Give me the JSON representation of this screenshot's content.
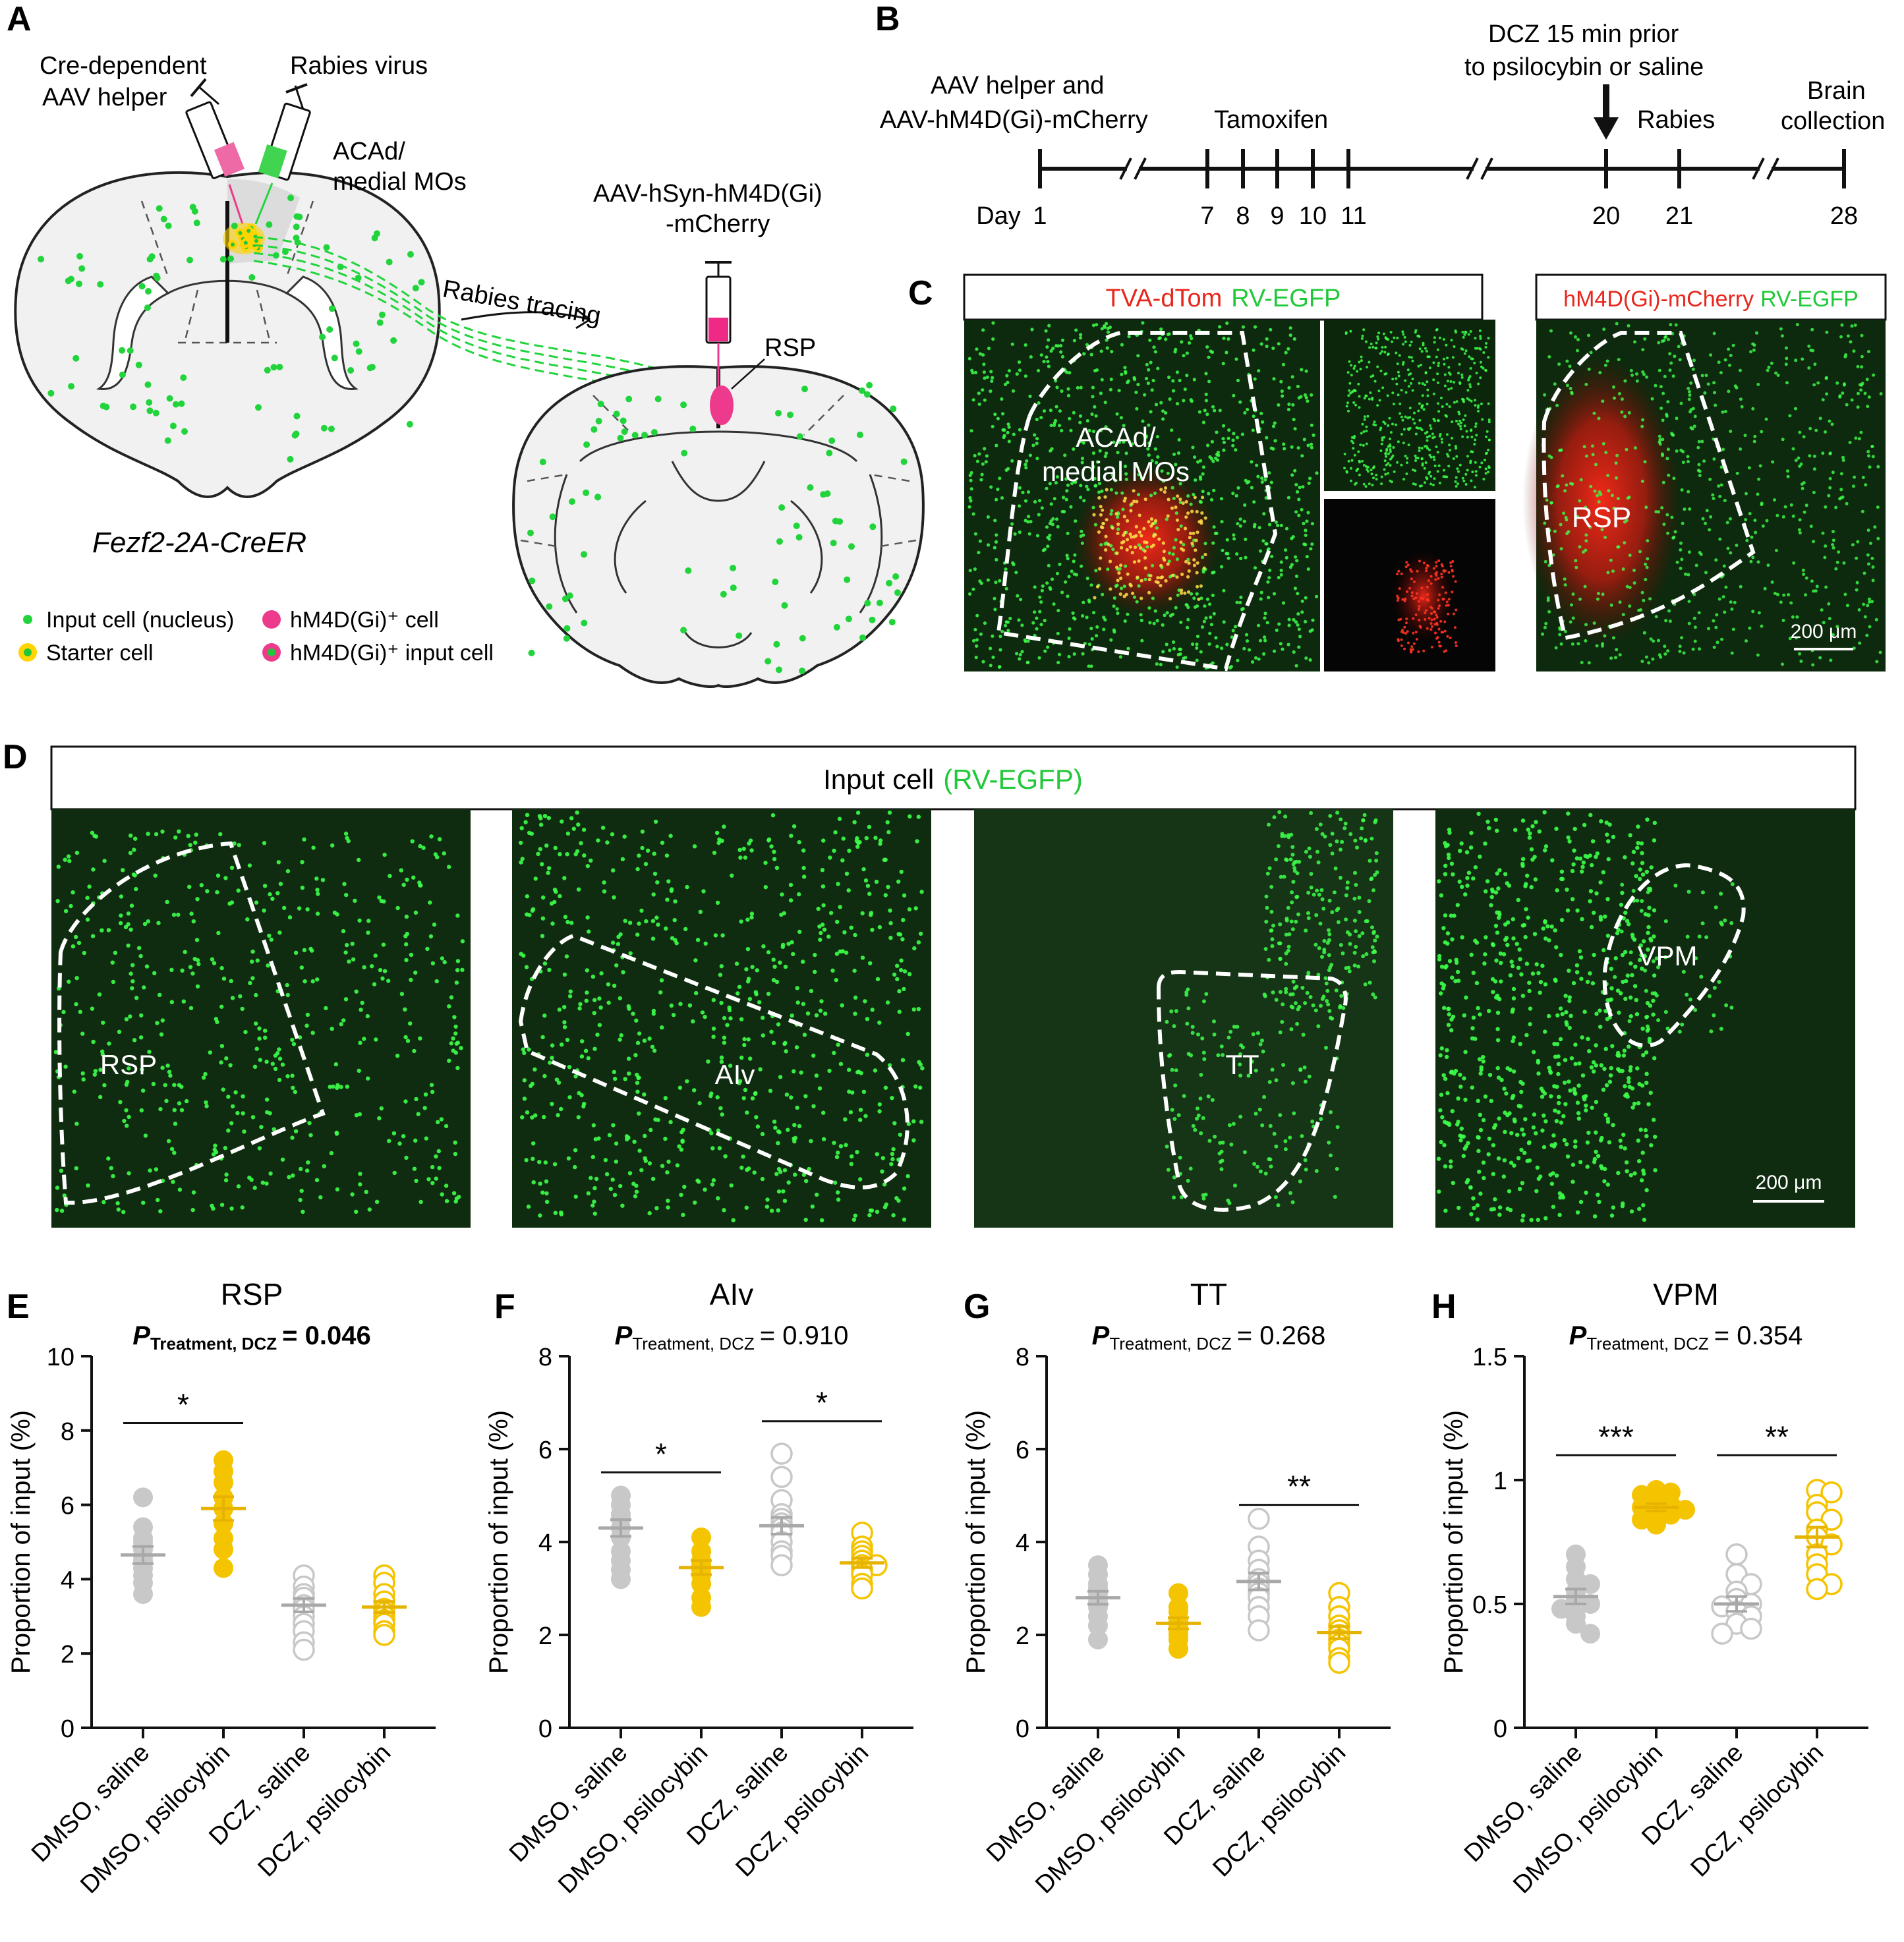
{
  "panel_letters": [
    "A",
    "B",
    "C",
    "D",
    "E",
    "F",
    "G",
    "H"
  ],
  "panelA": {
    "syringe1_label_l1": "Cre-dependent",
    "syringe1_label_l2": "AAV helper",
    "syringe2_label": "Rabies virus",
    "region_label_l1": "ACAd/",
    "region_label_l2": "medial MOs",
    "tracing_label": "Rabies tracing",
    "syringe3_label_l1": "AAV-hSyn-hM4D(Gi)",
    "syringe3_label_l2": "-mCherry",
    "rsp_label": "RSP",
    "mouse_line": "Fezf2-2A-CreER",
    "legend": {
      "input_cell": "Input cell (nucleus)",
      "starter_cell": "Starter cell",
      "hm4d_cell": "hM4D(Gi)⁺ cell",
      "hm4d_input_cell": "hM4D(Gi)⁺ input cell"
    },
    "colors": {
      "green": "#22d43c",
      "pink": "#ee3a8c",
      "yellow": "#ffd400"
    }
  },
  "panelB": {
    "ev1_l1": "AAV helper and",
    "ev1_l2": "AAV-hM4D(Gi)-mCherry",
    "ev2": "Tamoxifen",
    "ev3_l1": "DCZ 15 min prior",
    "ev3_l2": "to psilocybin or saline",
    "ev4": "Rabies",
    "ev5_l1": "Brain",
    "ev5_l2": "collection",
    "day_prefix": "Day",
    "days": [
      "1",
      "7",
      "8",
      "9",
      "10",
      "11",
      "20",
      "21",
      "28"
    ]
  },
  "panelC": {
    "left_label_red": "TVA-dTom",
    "left_label_green": "RV-EGFP",
    "region_l1": "ACAd/",
    "region_l2": "medial MOs",
    "right_label_red": "hM4D(Gi)-mCherry",
    "right_label_green": "RV-EGFP",
    "right_region": "RSP",
    "scale": "200 μm"
  },
  "panelD": {
    "header_black": "Input cell",
    "header_green": "(RV-EGFP)",
    "regions": [
      "RSP",
      "AIv",
      "TT",
      "VPM"
    ],
    "scale": "200 μm"
  },
  "chart_data": [
    {
      "type": "scatter",
      "title": "RSP",
      "p_label": "P",
      "p_sub": "Treatment, DCZ",
      "p_value": "= 0.046",
      "ylabel": "Proportion of input (%)",
      "ylim": [
        0,
        10
      ],
      "yticks": [
        0,
        2,
        4,
        6,
        8,
        10
      ],
      "categories": [
        "DMSO, saline",
        "DMSO, psilocybin",
        "DCZ, saline",
        "DCZ, psilocybin"
      ],
      "groups": [
        {
          "values": [
            6.2,
            5.4,
            5.1,
            5.0,
            4.8,
            4.6,
            4.5,
            4.3,
            4.1,
            3.9,
            3.6
          ],
          "mean": 4.65,
          "sem": 0.23
        },
        {
          "values": [
            7.2,
            6.9,
            6.6,
            6.2,
            5.9,
            5.5,
            5.1,
            4.8,
            4.3
          ],
          "mean": 5.9,
          "sem": 0.32
        },
        {
          "values": [
            4.1,
            3.8,
            3.6,
            3.5,
            3.3,
            3.2,
            3.0,
            2.8,
            2.6,
            2.3,
            2.1
          ],
          "mean": 3.3,
          "sem": 0.18
        },
        {
          "values": [
            4.1,
            3.9,
            3.6,
            3.4,
            3.2,
            3.1,
            3.0,
            2.9,
            2.8,
            2.6,
            2.5
          ],
          "mean": 3.25,
          "sem": 0.15
        }
      ],
      "sig": [
        {
          "from": 0,
          "to": 1,
          "y": 8.2,
          "label": "*"
        }
      ]
    },
    {
      "type": "scatter",
      "title": "AIv",
      "p_label": "P",
      "p_sub": "Treatment, DCZ",
      "p_value": "= 0.910",
      "ylabel": "Proportion of input (%)",
      "ylim": [
        0,
        8
      ],
      "yticks": [
        0,
        2,
        4,
        6,
        8
      ],
      "categories": [
        "DMSO, saline",
        "DMSO, psilocybin",
        "DCZ, saline",
        "DCZ, psilocybin"
      ],
      "groups": [
        {
          "values": [
            5.0,
            4.8,
            4.6,
            4.5,
            4.3,
            4.1,
            3.8,
            3.6,
            3.4,
            3.2
          ],
          "mean": 4.3,
          "sem": 0.18
        },
        {
          "values": [
            4.1,
            3.8,
            3.6,
            3.5,
            3.4,
            3.3,
            3.1,
            2.8,
            2.6
          ],
          "mean": 3.45,
          "sem": 0.15
        },
        {
          "values": [
            5.9,
            5.4,
            4.9,
            4.6,
            4.5,
            4.4,
            4.3,
            4.2,
            4.0,
            3.8,
            3.7,
            3.5
          ],
          "mean": 4.35,
          "sem": 0.18
        },
        {
          "values": [
            4.2,
            3.9,
            3.8,
            3.7,
            3.6,
            3.5,
            3.5,
            3.4,
            3.3,
            3.1,
            3.0
          ],
          "mean": 3.55,
          "sem": 0.1
        }
      ],
      "sig": [
        {
          "from": 0,
          "to": 1,
          "y": 5.5,
          "label": "*"
        },
        {
          "from": 2,
          "to": 3,
          "y": 6.6,
          "label": "*"
        }
      ]
    },
    {
      "type": "scatter",
      "title": "TT",
      "p_label": "P",
      "p_sub": "Treatment, DCZ",
      "p_value": "= 0.268",
      "ylabel": "Proportion of input (%)",
      "ylim": [
        0,
        8
      ],
      "yticks": [
        0,
        2,
        4,
        6,
        8
      ],
      "categories": [
        "DMSO, saline",
        "DMSO, psilocybin",
        "DCZ, saline",
        "DCZ, psilocybin"
      ],
      "groups": [
        {
          "values": [
            3.5,
            3.3,
            3.1,
            3.0,
            2.9,
            2.8,
            2.7,
            2.6,
            2.4,
            2.2,
            1.9
          ],
          "mean": 2.8,
          "sem": 0.14
        },
        {
          "values": [
            2.9,
            2.6,
            2.5,
            2.3,
            2.2,
            2.1,
            2.0,
            1.9,
            1.7
          ],
          "mean": 2.25,
          "sem": 0.12
        },
        {
          "values": [
            4.5,
            3.9,
            3.6,
            3.4,
            3.2,
            3.1,
            3.0,
            2.9,
            2.8,
            2.6,
            2.4,
            2.1
          ],
          "mean": 3.15,
          "sem": 0.18
        },
        {
          "values": [
            2.9,
            2.6,
            2.4,
            2.2,
            2.1,
            2.0,
            1.9,
            1.8,
            1.7,
            1.5,
            1.4
          ],
          "mean": 2.05,
          "sem": 0.13
        }
      ],
      "sig": [
        {
          "from": 2,
          "to": 3,
          "y": 4.8,
          "label": "**"
        }
      ]
    },
    {
      "type": "scatter",
      "title": "VPM",
      "p_label": "P",
      "p_sub": "Treatment, DCZ",
      "p_value": "= 0.354",
      "ylabel": "Proportion of input (%)",
      "ylim": [
        0,
        1.5
      ],
      "yticks": [
        0,
        0.5,
        1,
        1.5
      ],
      "ytick_labels": [
        "0",
        "0.5",
        "1",
        "1.5"
      ],
      "categories": [
        "DMSO, saline",
        "DMSO, psilocybin",
        "DCZ, saline",
        "DCZ, psilocybin"
      ],
      "groups": [
        {
          "values": [
            0.7,
            0.65,
            0.6,
            0.58,
            0.55,
            0.52,
            0.5,
            0.48,
            0.45,
            0.42,
            0.38
          ],
          "mean": 0.53,
          "sem": 0.03
        },
        {
          "values": [
            0.96,
            0.95,
            0.94,
            0.92,
            0.9,
            0.89,
            0.88,
            0.87,
            0.86,
            0.84,
            0.82
          ],
          "mean": 0.89,
          "sem": 0.015
        },
        {
          "values": [
            0.7,
            0.62,
            0.58,
            0.55,
            0.52,
            0.5,
            0.49,
            0.47,
            0.45,
            0.42,
            0.4,
            0.38
          ],
          "mean": 0.5,
          "sem": 0.03
        },
        {
          "values": [
            0.96,
            0.95,
            0.9,
            0.87,
            0.84,
            0.8,
            0.77,
            0.74,
            0.7,
            0.66,
            0.62,
            0.58,
            0.56
          ],
          "mean": 0.77,
          "sem": 0.04
        }
      ],
      "sig": [
        {
          "from": 0,
          "to": 1,
          "y": 1.1,
          "label": "***"
        },
        {
          "from": 2,
          "to": 3,
          "y": 1.1,
          "label": "**"
        }
      ]
    }
  ],
  "chart_colors": {
    "gray": "#c8c8c8",
    "gold": "#f5c400"
  }
}
